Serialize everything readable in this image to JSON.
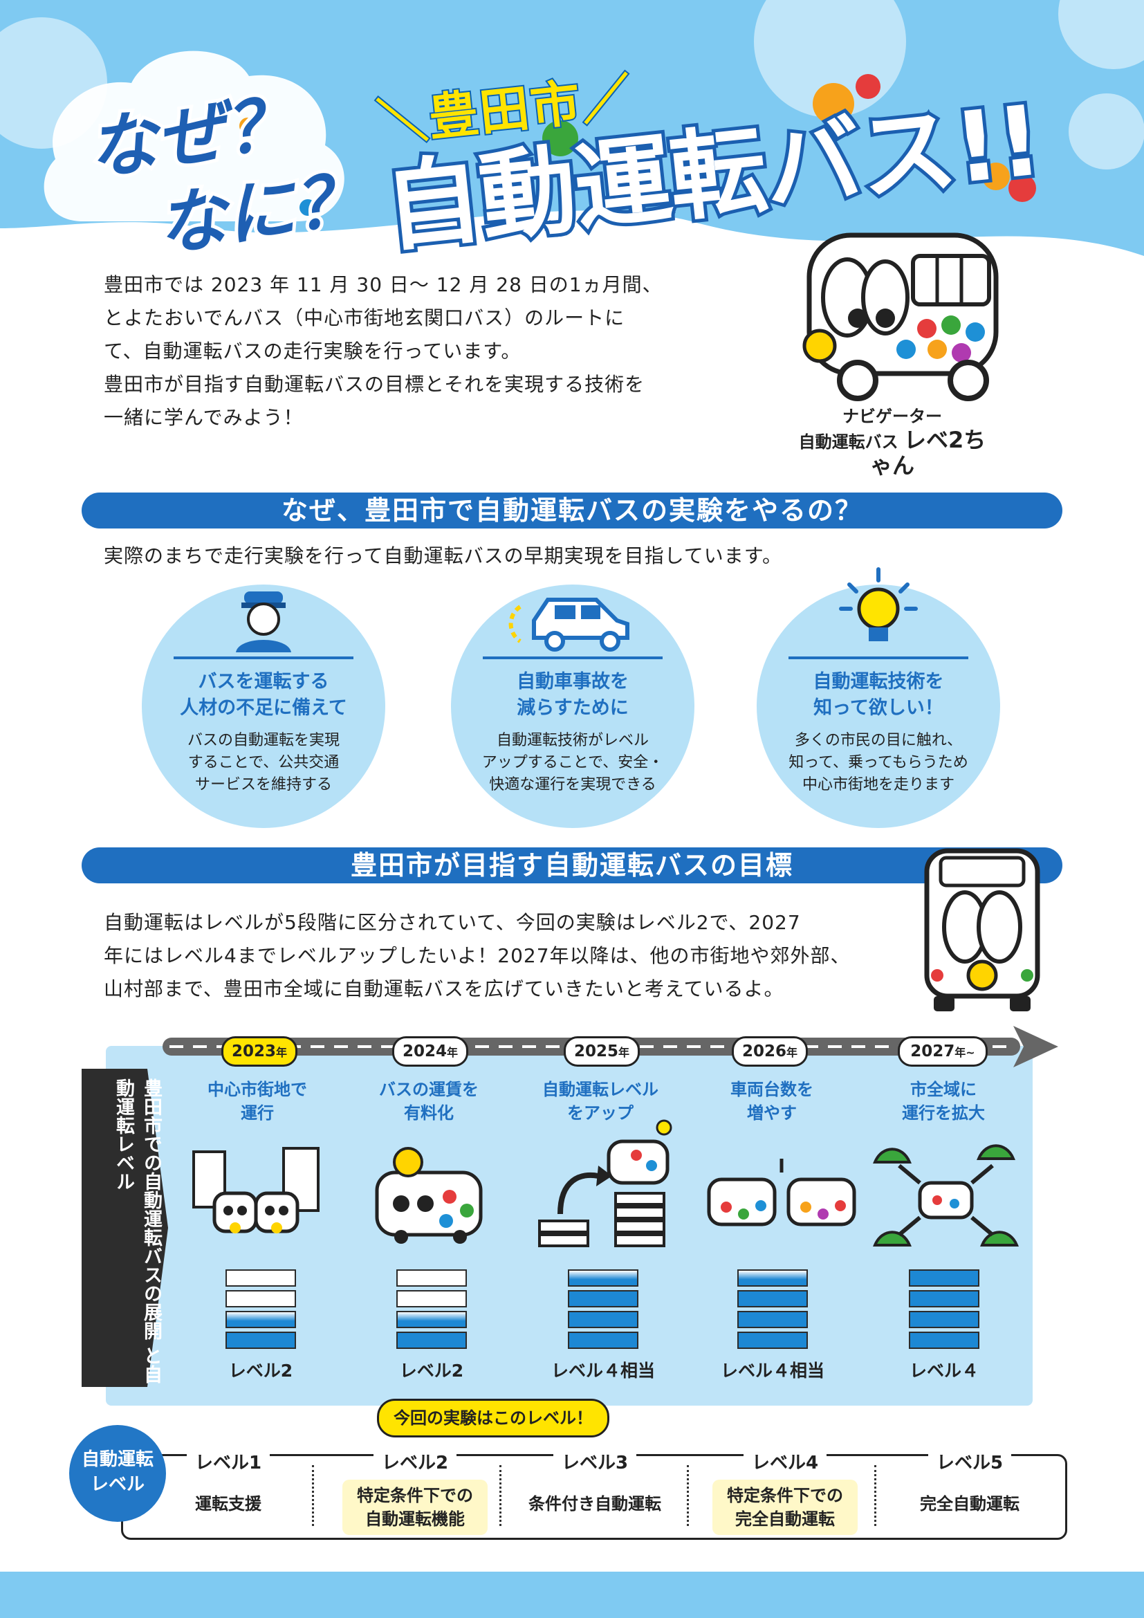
{
  "header": {
    "why": "なぜ？",
    "what": "なに？",
    "city": "＼豊田市／",
    "main_title": "自動運転バス!!"
  },
  "intro": [
    "豊田市では 2023 年 11 月 30 日～ 12 月 28 日の1ヵ月間、",
    "とよたおいでんバス（中心市街地玄関口バス）のルートに",
    "て、自動運転バスの走行実験を行っています。",
    "豊田市が目指す自動運転バスの目標とそれを実現する技術を",
    "一緒に学んでみよう！"
  ],
  "navigator": {
    "line1": "ナビゲーター",
    "line2": "自動運転バス",
    "name": "レベ2ちゃん"
  },
  "section1": {
    "title": "なぜ、豊田市で自動運転バスの実験をやるの？",
    "subtitle": "実際のまちで走行実験を行って自動運転バスの早期実現を目指しています。",
    "reasons": [
      {
        "icon": "driver-icon",
        "head1": "バスを運転する",
        "head2": "人材の不足に備えて",
        "body": [
          "バスの自動運転を実現",
          "することで、公共交通",
          "サービスを維持する"
        ]
      },
      {
        "icon": "car-icon",
        "head1": "自動車事故を",
        "head2": "減らすために",
        "body": [
          "自動運転技術がレベル",
          "アップすることで、安全・",
          "快適な運行を実現できる"
        ]
      },
      {
        "icon": "lightbulb-icon",
        "head1": "自動運転技術を",
        "head2": "知って欲しい！",
        "body": [
          "多くの市民の目に触れ、",
          "知って、乗ってもらうため",
          "中心市街地を走ります"
        ]
      }
    ]
  },
  "section2": {
    "title": "豊田市が目指す自動運転バスの目標",
    "desc": [
      "自動運転はレベルが5段階に区分されていて、今回の実験はレベル2で、2027",
      "年にはレベル4までレベルアップしたいよ！2027年以降は、他の市街地や郊外部、",
      "山村部まで、豊田市全域に自動運転バスを広げていきたいと考えているよ。"
    ]
  },
  "timeline": {
    "side_label_1": "豊田市での自動運転バスの展開",
    "side_label_2": "と自動運転レベル",
    "years": [
      {
        "year": "2023",
        "suffix": "年",
        "goal1": "中心市街地で",
        "goal2": "運行",
        "level": "レベル2",
        "filled": 2
      },
      {
        "year": "2024",
        "suffix": "年",
        "goal1": "バスの運賃を",
        "goal2": "有料化",
        "level": "レベル2",
        "filled": 2
      },
      {
        "year": "2025",
        "suffix": "年",
        "goal1": "自動運転レベル",
        "goal2": "をアップ",
        "level": "レベル４相当",
        "filled": 4
      },
      {
        "year": "2026",
        "suffix": "年",
        "goal1": "車両台数を",
        "goal2": "増やす",
        "level": "レベル４相当",
        "filled": 4
      },
      {
        "year": "2027",
        "suffix": "年~",
        "goal1": "市全域に",
        "goal2": "運行を拡大",
        "level": "レベル４",
        "filled": 4
      }
    ]
  },
  "levels": {
    "tag": "自動運転レベル",
    "callout": "今回の実験はこのレベル！",
    "items": [
      {
        "name": "レベル1",
        "desc1": "運転支援",
        "desc2": ""
      },
      {
        "name": "レベル2",
        "desc1": "特定条件下での",
        "desc2": "自動運転機能"
      },
      {
        "name": "レベル3",
        "desc1": "条件付き自動運転",
        "desc2": ""
      },
      {
        "name": "レベル4",
        "desc1": "特定条件下での",
        "desc2": "完全自動運転"
      },
      {
        "name": "レベル5",
        "desc1": "完全自動運転",
        "desc2": ""
      }
    ]
  },
  "colors": {
    "primary": "#1f6fc0",
    "sky": "#7fcaf2",
    "panel": "#bfe4f8",
    "highlight": "#ffe400"
  }
}
